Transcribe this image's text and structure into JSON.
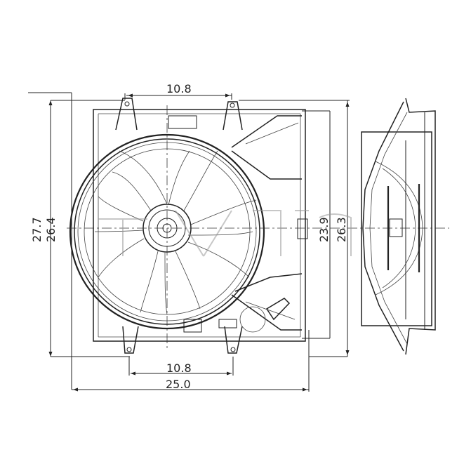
{
  "drawing": {
    "subject": "Radiator cooling fan assembly",
    "views": [
      "front-view",
      "side-view"
    ],
    "dimensions": {
      "top_mount_spacing": "10.8",
      "bottom_mount_spacing": "10.8",
      "overall_width": "25.0",
      "overall_height_outer": "27.7",
      "overall_height_inner": "26.4",
      "shroud_height_inner": "23.9",
      "shroud_height_outer": "26.3"
    },
    "units_hint": "inches",
    "colors": {
      "line": "#222222",
      "background": "#ffffff"
    }
  }
}
